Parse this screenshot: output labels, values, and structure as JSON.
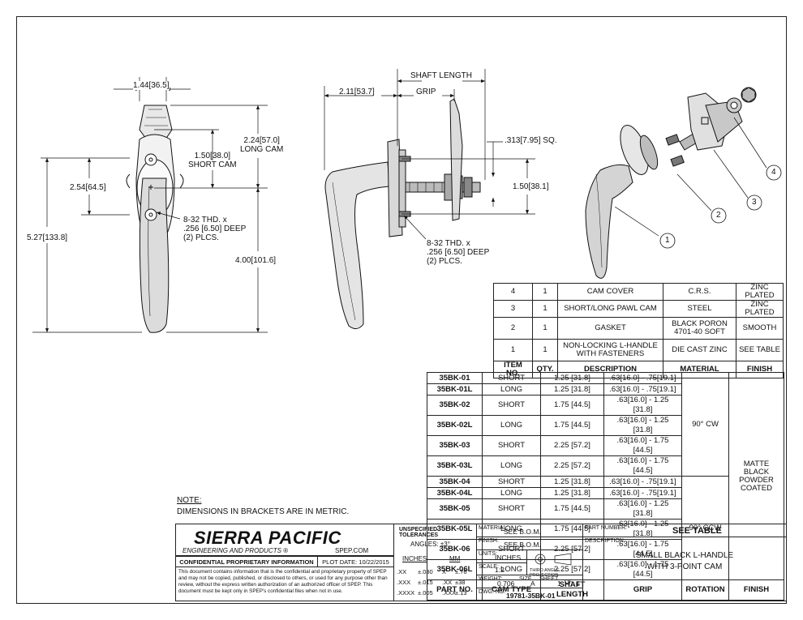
{
  "dimensions": {
    "width_top": "1.44",
    "width_top_metric": "36.5",
    "cam_long": "2.24",
    "cam_long_metric": "57.0",
    "cam_long_label": "LONG CAM",
    "cam_short": "1.50",
    "cam_short_metric": "38.0",
    "cam_short_label": "SHORT CAM",
    "height_mid": "2.54",
    "height_mid_metric": "64.5",
    "overall": "5.27",
    "overall_metric": "133.8",
    "handle_len": "4.00",
    "handle_len_metric": "101.6",
    "thread_front": [
      "8-32 THD. x",
      ".256 [6.50] DEEP",
      "(2) PLCS."
    ],
    "shaft_length_label": "SHAFT LENGTH",
    "grip_label": "GRIP",
    "offset": "2.11",
    "offset_metric": "53.7",
    "square": ".313",
    "square_metric": "7.95",
    "square_suffix": "SQ.",
    "side_height": "1.50",
    "side_height_metric": "38.1",
    "thread_side": [
      "8-32 THD. x",
      ".256 [6.50] DEEP",
      "(2) PLCS."
    ]
  },
  "balloons": [
    "1",
    "2",
    "3",
    "4"
  ],
  "bom": {
    "rows": [
      {
        "item": "4",
        "qty": "1",
        "desc": "CAM COVER",
        "material": "C.R.S.",
        "finish": "ZINC PLATED"
      },
      {
        "item": "3",
        "qty": "1",
        "desc": "SHORT/LONG PAWL CAM",
        "material": "STEEL",
        "finish": "ZINC PLATED"
      },
      {
        "item": "2",
        "qty": "1",
        "desc": "GASKET",
        "material": "BLACK PORON 4701-40 SOFT",
        "finish": "SMOOTH"
      },
      {
        "item": "1",
        "qty": "1",
        "desc": "NON-LOCKING L-HANDLE WITH FASTENERS",
        "material": "DIE CAST ZINC",
        "finish": "SEE TABLE"
      }
    ],
    "headers": {
      "item": "ITEM NO.",
      "qty": "QTY.",
      "desc": "DESCRIPTION",
      "material": "MATERIAL",
      "finish": "FINISH"
    }
  },
  "parts": {
    "rows": [
      {
        "pn": "35BK-01",
        "cam": "SHORT",
        "shaft": "1.25 [31.8]",
        "grip": ".63[16.0] - .75[19.1]"
      },
      {
        "pn": "35BK-01L",
        "cam": "LONG",
        "shaft": "1.25 [31.8]",
        "grip": ".63[16.0] - .75[19.1]"
      },
      {
        "pn": "35BK-02",
        "cam": "SHORT",
        "shaft": "1.75 [44.5]",
        "grip": ".63[16.0] - 1.25 [31.8]"
      },
      {
        "pn": "35BK-02L",
        "cam": "LONG",
        "shaft": "1.75 [44.5]",
        "grip": ".63[16.0] - 1.25 [31.8]"
      },
      {
        "pn": "35BK-03",
        "cam": "SHORT",
        "shaft": "2.25 [57.2]",
        "grip": ".63[16.0] - 1.75 [44.5]"
      },
      {
        "pn": "35BK-03L",
        "cam": "LONG",
        "shaft": "2.25 [57.2]",
        "grip": ".63[16.0] - 1.75 [44.5]"
      },
      {
        "pn": "35BK-04",
        "cam": "SHORT",
        "shaft": "1.25 [31.8]",
        "grip": ".63[16.0] - .75[19.1]"
      },
      {
        "pn": "35BK-04L",
        "cam": "LONG",
        "shaft": "1.25 [31.8]",
        "grip": ".63[16.0] - .75[19.1]"
      },
      {
        "pn": "35BK-05",
        "cam": "SHORT",
        "shaft": "1.75 [44.5]",
        "grip": ".63[16.0] - 1.25 [31.8]"
      },
      {
        "pn": "35BK-05L",
        "cam": "LONG",
        "shaft": "1.75 [44.5]",
        "grip": ".63[16.0] - 1.25 [31.8]"
      },
      {
        "pn": "35BK-06",
        "cam": "SHORT",
        "shaft": "2.25 [57.2]",
        "grip": ".63[16.0] - 1.75 [44.5]"
      },
      {
        "pn": "35BK-06L",
        "cam": "LONG",
        "shaft": "2.25 [57.2]",
        "grip": ".63[16.0] - 1.75 [44.5]"
      }
    ],
    "rotation_cw": "90° CW",
    "rotation_ccw": "90° CCW",
    "finish": "MATTE BLACK POWDER COATED",
    "headers": {
      "pn": "PART NO.",
      "cam": "CAM TYPE",
      "shaft": "SHAFT LENGTH",
      "grip": "GRIP",
      "rotation": "ROTATION",
      "finish": "FINISH"
    }
  },
  "note": {
    "title": "NOTE:",
    "text": "DIMENSIONS IN BRACKETS ARE IN METRIC."
  },
  "title_block": {
    "company": "SIERRA PACIFIC",
    "company_sub": "ENGINEERING AND PRODUCTS",
    "website": "SPEP.COM",
    "confidential_title": "CONFIDENTIAL PROPRIETARY INFORMATION",
    "plot_date": "PLOT DATE: 10/22/2015",
    "confidential_text": "This document contains information that is the confidential and proprietary property of SPEP and may not be copied, published, or disclosed to others, or used for any purpose other than review, without the express written authorization of an authorized officer of SPEP. This document must be kept only in SPEP's confidential files when not in use.",
    "tolerances_title": "UNSPECIFIED TOLERANCES",
    "angles": "ANGLES: ±3°",
    "inches_label": "INCHES",
    "mm_label": "MM",
    "tol_rows": [
      {
        "fmt": ".XX",
        "in": "±.030",
        "mfmt": "X",
        "mm": "±.76"
      },
      {
        "fmt": ".XXX",
        "in": "±.015",
        "mfmt": ".XX",
        "mm": "±38"
      },
      {
        "fmt": ".XXXX",
        "in": "±.005",
        "mfmt": ".XXX",
        "mm": "±.13"
      }
    ],
    "material_label": "MATERIAL:",
    "material": "SEE B.O.M.",
    "finish_label": "FINISH:",
    "finish": "SEE B.O.M.",
    "units_label": "UNITS:",
    "units": "INCHES",
    "scale_label": "SCALE:",
    "scale": "1:2",
    "projection": "THIRD ANGLE PROJECTION",
    "weight_label": "WEIGHT:",
    "weight": "0.706",
    "size_label": "SIZE",
    "size": "A",
    "sheet_label": "SHEET",
    "sheet": "1",
    "of_label": "OF",
    "sheet_total": "1",
    "dwg_label": "DWG. NO.",
    "dwg_no": "19781-35BK-01",
    "part_number_label": "PART NUMBER:",
    "part_number": "SEE TABLE",
    "description_label": "DESCRIPTION:",
    "description_line1": "SMALL BLACK L-HANDLE",
    "description_line2": "WITH 3-POINT CAM"
  }
}
